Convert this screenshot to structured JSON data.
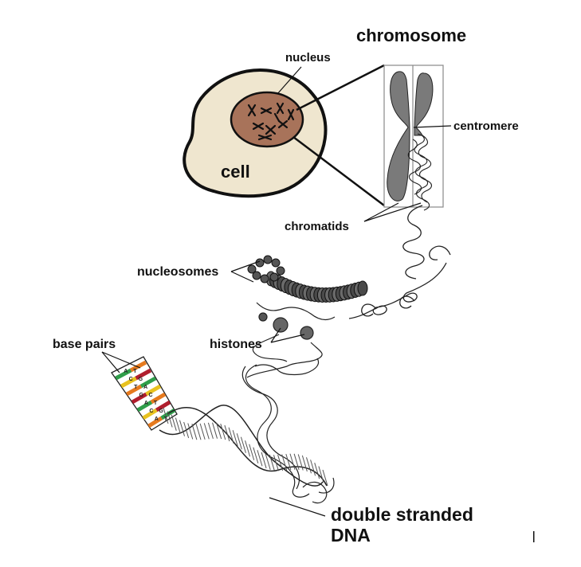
{
  "labels": {
    "chromosome": "chromosome",
    "nucleus": "nucleus",
    "centromere": "centromere",
    "cell": "cell",
    "chromatids": "chromatids",
    "nucleosomes": "nucleosomes",
    "histones": "histones",
    "base_pairs": "base pairs",
    "dna_line1": "double stranded",
    "dna_line2": "DNA"
  },
  "base_letters": [
    "A",
    "T",
    "C",
    "G",
    "T",
    "A",
    "G",
    "C",
    "A",
    "T",
    "C",
    "G"
  ],
  "colors": {
    "cell_fill": "#efe6cf",
    "nucleus_fill": "#a8735a",
    "chromosome_gray": "#7a7a7a",
    "base_green": "#2f9e4a",
    "base_yellow": "#e8c21f",
    "base_orange": "#e67a1e",
    "base_red": "#b01e2e"
  }
}
